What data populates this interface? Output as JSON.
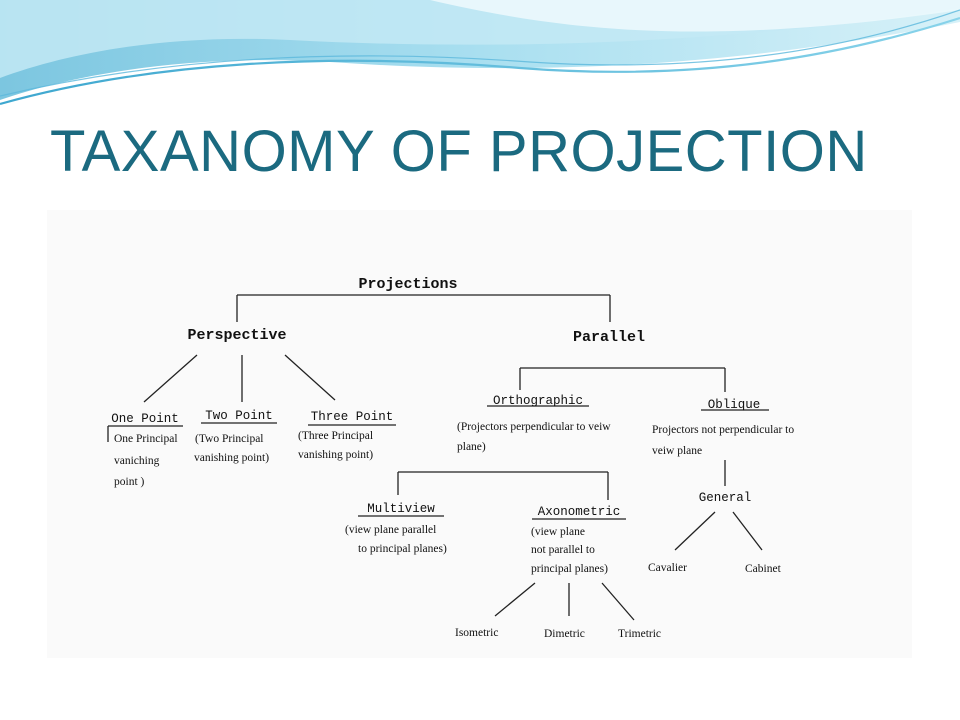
{
  "slide": {
    "title": "TAXANOMY OF PROJECTION"
  },
  "diagram": {
    "root": "Projections",
    "perspective": {
      "label": "Perspective",
      "one_point": {
        "label": "One Point",
        "desc": [
          "One Principal",
          "vaniching",
          "point  )"
        ]
      },
      "two_point": {
        "label": "Two Point",
        "desc": [
          "(Two Principal",
          "vanishing point)"
        ]
      },
      "three_point": {
        "label": "Three Point",
        "desc": [
          "(Three Principal",
          "vanishing point)"
        ]
      }
    },
    "parallel": {
      "label": "Parallel",
      "orthographic": {
        "label": "Orthographic",
        "desc": [
          "(Projectors perpendicular to veiw",
          "plane)"
        ],
        "multiview": {
          "label": "Multiview",
          "desc": [
            "(view plane parallel",
            "to principal planes)"
          ]
        },
        "axonometric": {
          "label": "Axonometric",
          "desc": [
            "(view plane",
            "not parallel to",
            "principal planes)"
          ],
          "isometric": "Isometric",
          "dimetric": "Dimetric",
          "trimetric": "Trimetric"
        }
      },
      "oblique": {
        "label": "Oblique",
        "desc": [
          "Projectors not perpendicular to",
          "veiw plane"
        ],
        "general": {
          "label": "General",
          "cavalier": "Cavalier",
          "cabinet": "Cabinet"
        }
      }
    }
  }
}
